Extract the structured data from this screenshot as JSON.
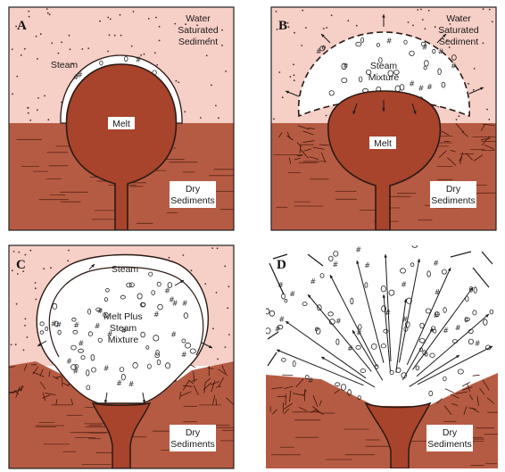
{
  "panels": {
    "a": {
      "letter": "A",
      "water": [
        "Water",
        "Saturated",
        "Sediment"
      ],
      "steam": "Steam",
      "melt": "Melt",
      "dry": [
        "Dry",
        "Sediments"
      ]
    },
    "b": {
      "letter": "B",
      "water": [
        "Water",
        "Saturated",
        "Sediment"
      ],
      "steam": [
        "Steam",
        "Mixture"
      ],
      "melt": "Melt",
      "dry": [
        "Dry",
        "Sediments"
      ]
    },
    "c": {
      "letter": "C",
      "steam": "Steam",
      "melt": [
        "Melt Plus",
        "Steam",
        "Mixture"
      ],
      "dry": [
        "Dry",
        "Sediments"
      ]
    },
    "d": {
      "letter": "D",
      "dry": [
        "Dry",
        "Sediments"
      ]
    }
  },
  "colors": {
    "saturated": "#f6cfc6",
    "dry": "#b65b43",
    "melt": "#a8432c",
    "line": "#2a1a14"
  }
}
